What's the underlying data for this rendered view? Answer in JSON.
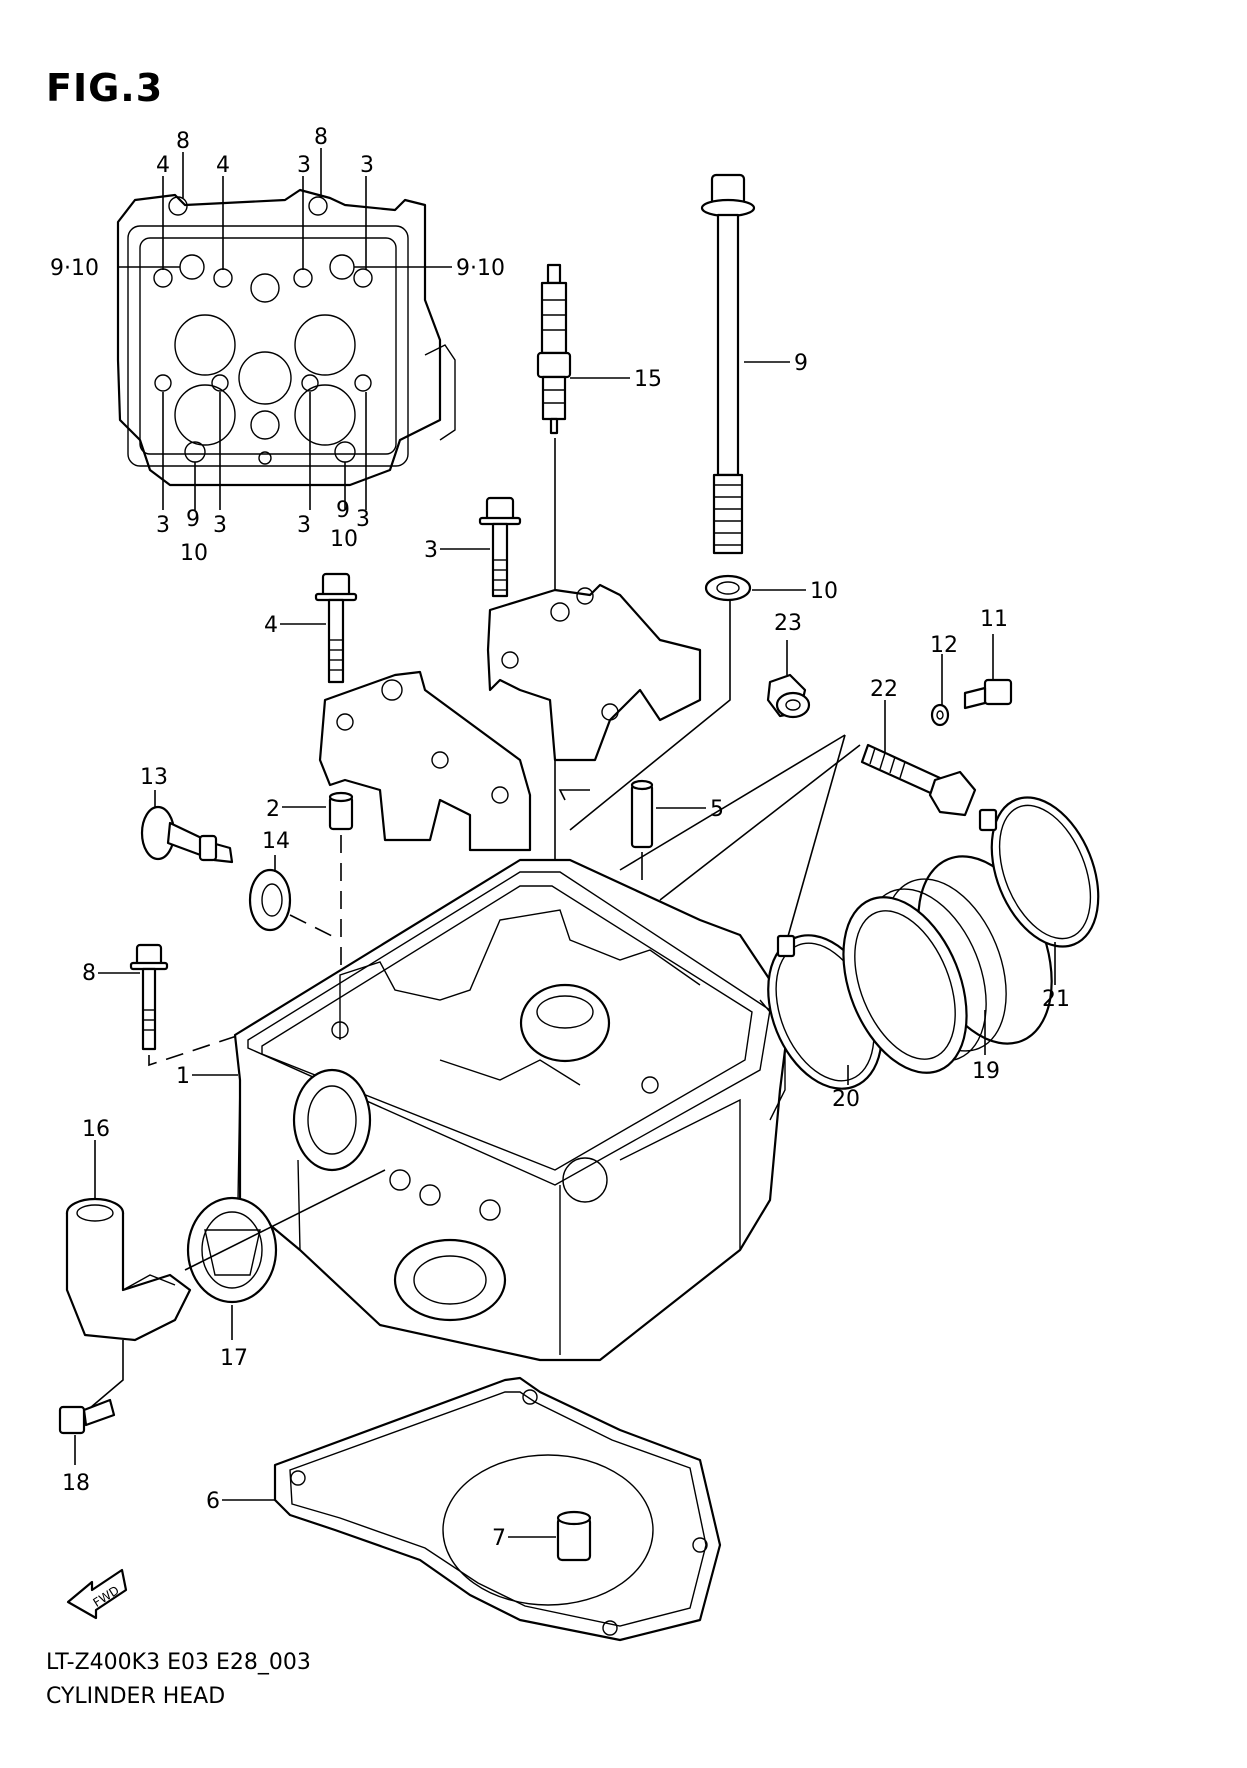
{
  "figure": {
    "title": "FIG.3"
  },
  "callouts": {
    "inset_top": [
      "8",
      "8",
      "4",
      "4",
      "3",
      "3"
    ],
    "inset_side_left": "9·10",
    "inset_side_right": "9·10",
    "inset_bottom": [
      "3",
      "9",
      "10",
      "3",
      "3",
      "9",
      "10",
      "3"
    ],
    "parts": {
      "p1": "1",
      "p2": "2",
      "p3": "3",
      "p4": "4",
      "p5": "5",
      "p6": "6",
      "p7": "7",
      "p8": "8",
      "p9": "9",
      "p10": "10",
      "p11": "11",
      "p12": "12",
      "p13": "13",
      "p14": "14",
      "p15": "15",
      "p16": "16",
      "p17": "17",
      "p18": "18",
      "p19": "19",
      "p20": "20",
      "p21": "21",
      "p22": "22",
      "p23": "23"
    }
  },
  "fwd_label": "FWD",
  "footer": {
    "code": "LT-Z400K3 E03 E28_003",
    "name": "CYLINDER HEAD"
  }
}
